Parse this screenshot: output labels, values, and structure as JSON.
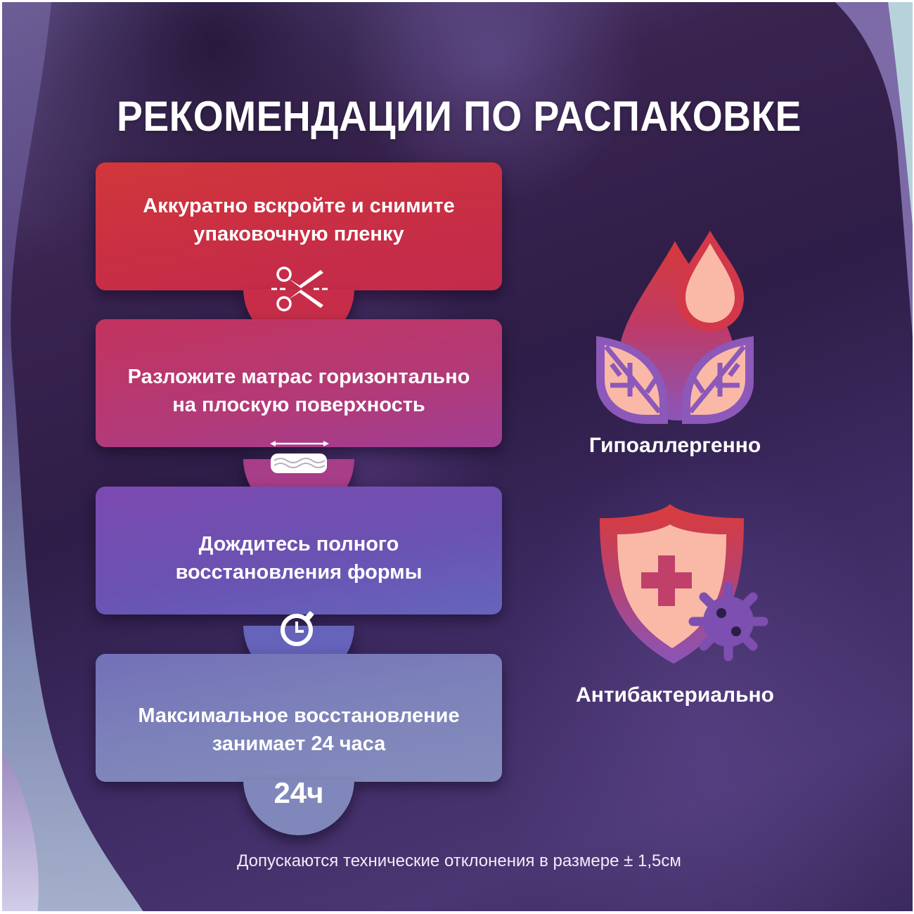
{
  "title": "РЕКОМЕНДАЦИИ ПО РАСПАКОВКЕ",
  "steps": [
    {
      "line1": "Аккуратно вскройте и снимите",
      "line2": "упаковочную пленку",
      "icon": "scissors-cut-icon",
      "color": "#c72d45"
    },
    {
      "line1": "Разложите матрас горизонтально",
      "line2": "на плоскую поверхность",
      "icon": "mattress-horizontal-icon",
      "color": "#b23a78"
    },
    {
      "line1": "Дождитесь полного",
      "line2": "восстановления формы",
      "icon": "stopwatch-icon",
      "color": "#6a52b2"
    },
    {
      "line1": "Максимальное восстановление",
      "line2": "занимает 24 часа",
      "icon_text": "24ч",
      "color": "#7e84ba"
    }
  ],
  "features": [
    {
      "label": "Гипоаллергенно",
      "icon": "drops-leaves-icon"
    },
    {
      "label": "Антибактериально",
      "icon": "shield-virus-icon"
    }
  ],
  "footnote": "Допускаются технические отклонения в размере ± 1,5см",
  "colors": {
    "icon_fill_light": "#f9b9a6",
    "icon_gradient_top": "#d8393a",
    "icon_gradient_bottom": "#8a55b8",
    "virus": "#7c4fb0"
  }
}
